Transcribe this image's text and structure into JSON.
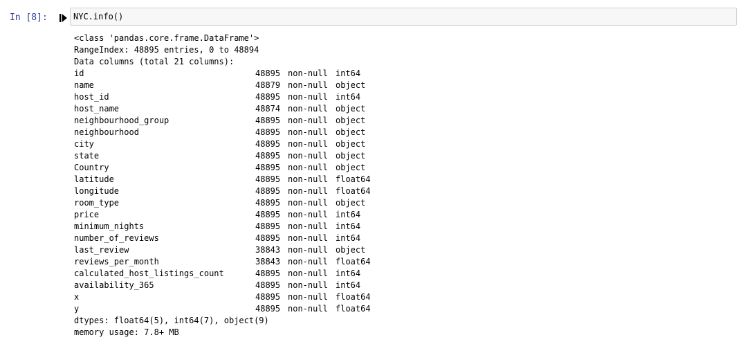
{
  "cell": {
    "prompt": "In [8]:",
    "code": "NYC.info()"
  },
  "output": {
    "header": [
      "<class 'pandas.core.frame.DataFrame'>",
      "RangeIndex: 48895 entries, 0 to 48894",
      "Data columns (total 21 columns):"
    ],
    "columns": [
      {
        "name": "id",
        "count": "48895",
        "null": "non-null",
        "dtype": "int64"
      },
      {
        "name": "name",
        "count": "48879",
        "null": "non-null",
        "dtype": "object"
      },
      {
        "name": "host_id",
        "count": "48895",
        "null": "non-null",
        "dtype": "int64"
      },
      {
        "name": "host_name",
        "count": "48874",
        "null": "non-null",
        "dtype": "object"
      },
      {
        "name": "neighbourhood_group",
        "count": "48895",
        "null": "non-null",
        "dtype": "object"
      },
      {
        "name": "neighbourhood",
        "count": "48895",
        "null": "non-null",
        "dtype": "object"
      },
      {
        "name": "city",
        "count": "48895",
        "null": "non-null",
        "dtype": "object"
      },
      {
        "name": "state",
        "count": "48895",
        "null": "non-null",
        "dtype": "object"
      },
      {
        "name": "Country",
        "count": "48895",
        "null": "non-null",
        "dtype": "object"
      },
      {
        "name": "latitude",
        "count": "48895",
        "null": "non-null",
        "dtype": "float64"
      },
      {
        "name": "longitude",
        "count": "48895",
        "null": "non-null",
        "dtype": "float64"
      },
      {
        "name": "room_type",
        "count": "48895",
        "null": "non-null",
        "dtype": "object"
      },
      {
        "name": "price",
        "count": "48895",
        "null": "non-null",
        "dtype": "int64"
      },
      {
        "name": "minimum_nights",
        "count": "48895",
        "null": "non-null",
        "dtype": "int64"
      },
      {
        "name": "number_of_reviews",
        "count": "48895",
        "null": "non-null",
        "dtype": "int64"
      },
      {
        "name": "last_review",
        "count": "38843",
        "null": "non-null",
        "dtype": "object"
      },
      {
        "name": "reviews_per_month",
        "count": "38843",
        "null": "non-null",
        "dtype": "float64"
      },
      {
        "name": "calculated_host_listings_count",
        "count": "48895",
        "null": "non-null",
        "dtype": "int64"
      },
      {
        "name": "availability_365",
        "count": "48895",
        "null": "non-null",
        "dtype": "int64"
      },
      {
        "name": "x",
        "count": "48895",
        "null": "non-null",
        "dtype": "float64"
      },
      {
        "name": "y",
        "count": "48895",
        "null": "non-null",
        "dtype": "float64"
      }
    ],
    "footer": [
      "dtypes: float64(5), int64(7), object(9)",
      "memory usage: 7.8+ MB"
    ]
  },
  "colors": {
    "prompt": "#303f9f",
    "input_bg": "#f7f7f7",
    "input_border": "#cfcfcf"
  },
  "icons": {
    "run": "run-cell-icon"
  }
}
